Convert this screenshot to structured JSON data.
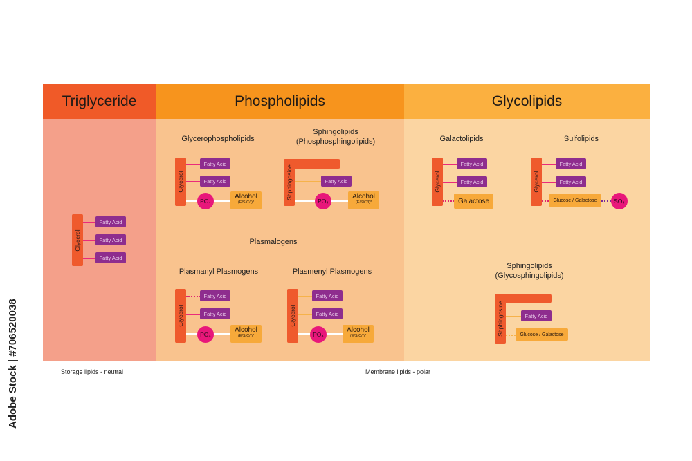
{
  "headers": {
    "triglyceride": "Triglyceride",
    "phospholipids": "Phospholipids",
    "glycolipids": "Glycolipids"
  },
  "labels": {
    "glycerophospholipids": "Glycerophospholipids",
    "sphingolipids_phos_1": "Sphingolipids",
    "sphingolipids_phos_2": "(Phosphosphingolipids)",
    "plasmalogens": "Plasmalogens",
    "plasmanyl": "Plasmanyl Plasmogens",
    "plasmenyl": "Plasmenyl Plasmogens",
    "galactolipids": "Galactolipids",
    "sulfolipids": "Sulfolipids",
    "sphingolipids_glyco_1": "Sphingolipids",
    "sphingolipids_glyco_2": "(Glycosphingolipids)"
  },
  "parts": {
    "glycerol": "Glycerol",
    "sphingosine": "Shphingosine",
    "fatty_acid": "Fatty Acid",
    "po4": "PO₄",
    "alcohol": "Alcohol",
    "alcohol_sub": "(E/S/C/I)*",
    "galactose": "Galactose",
    "glucose_galactose": "Glucose / Galactose",
    "so4": "SO₄"
  },
  "footer": {
    "storage": "Storage lipids - neutral",
    "membrane": "Membrane lipids - polar"
  },
  "watermark": "Adobe Stock | #706520038",
  "colors": {
    "header_triglyceride": "#f05a28",
    "header_phospholipids": "#f7941d",
    "header_glycolipids": "#fbb040",
    "panel_triglyceride": "#f4a08a",
    "panel_phospholipids": "#f9c38e",
    "panel_glycolipids": "#fbd5a2",
    "backbone": "#ef5a2d",
    "fatty_acid": "#8e2d8e",
    "phosphate": "#e8177a",
    "alcohol": "#f7a93a"
  }
}
